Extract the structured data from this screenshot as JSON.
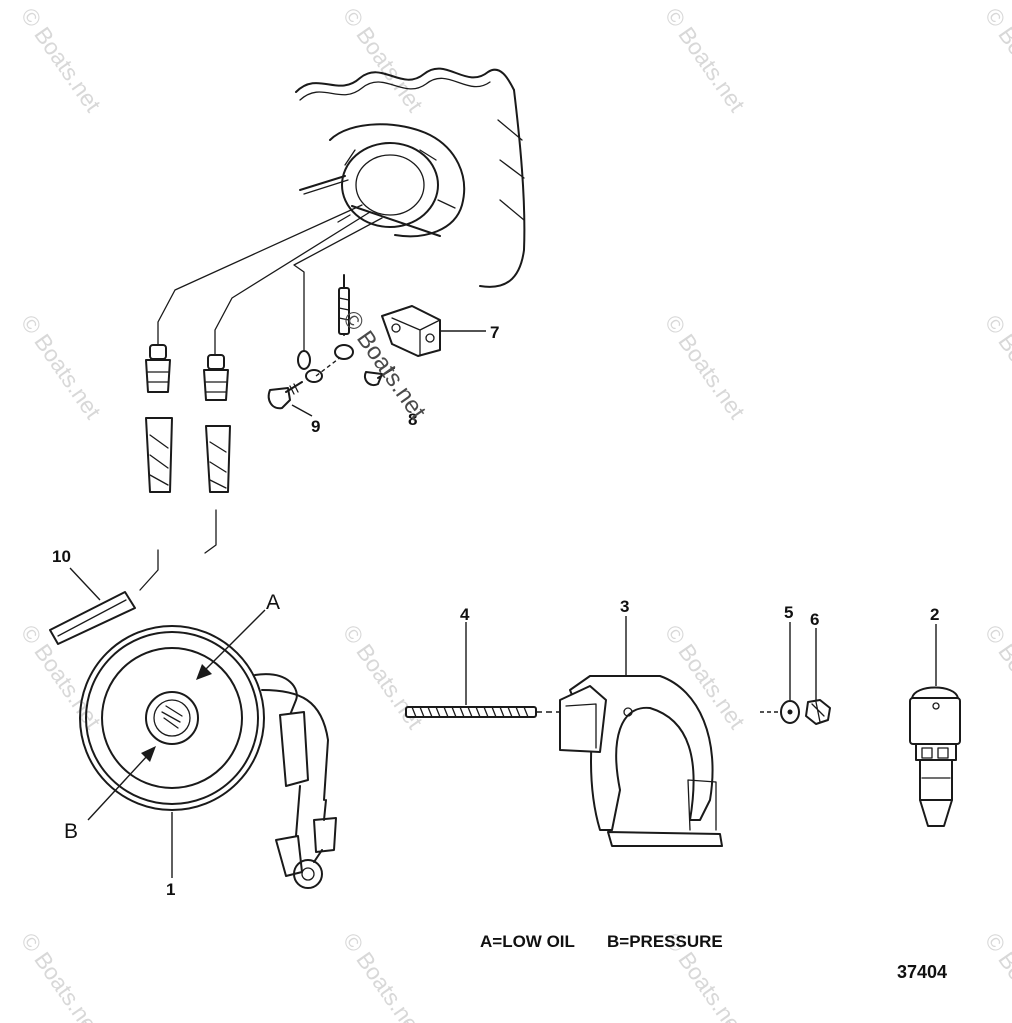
{
  "callouts": {
    "c1": "1",
    "c2": "2",
    "c3": "3",
    "c4": "4",
    "c5": "5",
    "c6": "6",
    "c7": "7",
    "c8": "8",
    "c9": "9",
    "c10": "10",
    "cA": "A",
    "cB": "B"
  },
  "legend": {
    "a": "A=LOW OIL",
    "b": "B=PRESSURE"
  },
  "figure_number": "37404",
  "watermark": "© Boats.net",
  "colors": {
    "ink": "#1a1a1a",
    "background": "#ffffff",
    "watermark": "#b9b9b9"
  }
}
